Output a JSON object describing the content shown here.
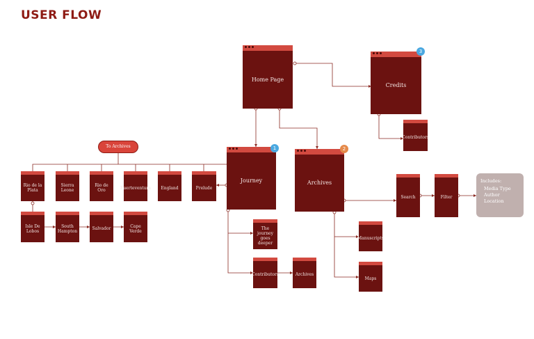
{
  "title": "USER FLOW",
  "colors": {
    "node_fill": "#6b1210",
    "node_header": "#d24a40",
    "title": "#8e1b14",
    "connector": "#8a2a22",
    "badge_blue": "#4aa8e0",
    "badge_orange": "#e58a4a",
    "includes_box": "#c0b0ae"
  },
  "nodes": {
    "home": "Home Page",
    "credits": "Credits",
    "credits_contributors": "Contributors",
    "journey": "Journey",
    "archives": "Archives",
    "to_archives": "To Archives",
    "rio_de_la_plata": "Rio de la Plata",
    "sierra_leone": "Sierra Leone",
    "rio_de_oro": "Rio de Oro",
    "fuerteventura": "Fuerteventura",
    "england": "England",
    "prelude": "Prelude",
    "isle_de_lobos": "Isle De Lobos",
    "south_hampton": "South Hampton",
    "salvador": "Salvador",
    "cape_verde": "Cape Verde",
    "journey_deeper": "The journey goes deeper",
    "journey_contributors": "Contributors",
    "journey_archives": "Archives",
    "manuscripts": "Manuscripts",
    "maps": "Maps",
    "search": "Search",
    "filter": "Filter"
  },
  "badges": {
    "journey": "1",
    "archives": "2",
    "credits": "3"
  },
  "includes": {
    "heading": "Includes:",
    "items": [
      "Media Type",
      "Author",
      "Location"
    ]
  }
}
